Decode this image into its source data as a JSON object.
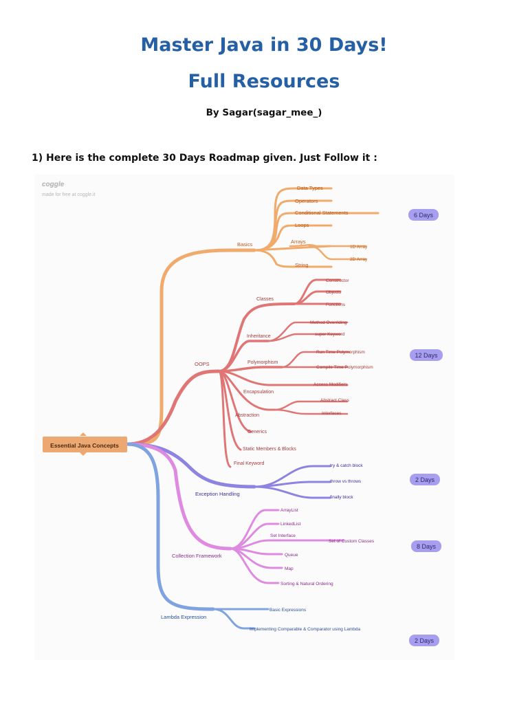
{
  "header": {
    "title_line1": "Master Java in 30 Days!",
    "title_line2": "Full Resources",
    "byline": "By Sagar(sagar_mee_)"
  },
  "intro": {
    "text": "1) Here is the complete 30 Days Roadmap given. Just Follow it :"
  },
  "watermark": {
    "logo": "coggle",
    "subtitle": "made for free at coggle.it"
  },
  "mindmap": {
    "root": "Essential Java Concepts",
    "colors": {
      "root_fill": "#eda871",
      "basics": "#f0aa6c",
      "oops": "#e07575",
      "exception": "#8d83e0",
      "collection": "#de8ae0",
      "lambda": "#7ea3e0",
      "badge_fill": "#a89ef0",
      "badge_text": "#2c2a6a"
    },
    "branches": {
      "basics": {
        "label": "Basics",
        "children": [
          "Data Types",
          "Operators",
          "Conditional Statements",
          "Loops",
          "Arrays",
          "String"
        ],
        "arrays_children": [
          "1D Array",
          "2D Array"
        ],
        "duration": "6 Days"
      },
      "oops": {
        "label": "OOPS",
        "classes": {
          "label": "Classes",
          "children": [
            "Constructor",
            "Objects",
            "Functions"
          ]
        },
        "inheritance": {
          "label": "Inheritance",
          "children": [
            "Method Overriding",
            "super Keyword"
          ]
        },
        "polymorphism": {
          "label": "Polymorphism",
          "children": [
            "Run Time Polymorphism",
            "Compile Time Polymorphism"
          ]
        },
        "encapsulation": {
          "label": "Encapsulation",
          "children": [
            "Access Modifiers"
          ]
        },
        "abstraction": {
          "label": "Abstraction",
          "children": [
            "Abstract Class",
            "Interfaces"
          ]
        },
        "others": [
          "Generics",
          "Static Members & Blocks",
          "Final Keyword"
        ],
        "duration": "12 Days"
      },
      "exception": {
        "label": "Exception Handling",
        "children": [
          "try & catch block",
          "throw vs throws",
          "finally block"
        ],
        "duration": "2 Days"
      },
      "collection": {
        "label": "Collection Framework",
        "children": [
          "ArrayList",
          "LinkedList",
          "Set Interface",
          "Queue",
          "Map",
          "Sorting & Natural Ordering"
        ],
        "set_children": [
          "Set of Custom Classes"
        ],
        "duration": "8 Days"
      },
      "lambda": {
        "label": "Lambda Expression",
        "children": [
          "Basic Expressions",
          "Implementing Comparable & Comparator using Lambda"
        ],
        "duration": "2 Days"
      }
    }
  }
}
